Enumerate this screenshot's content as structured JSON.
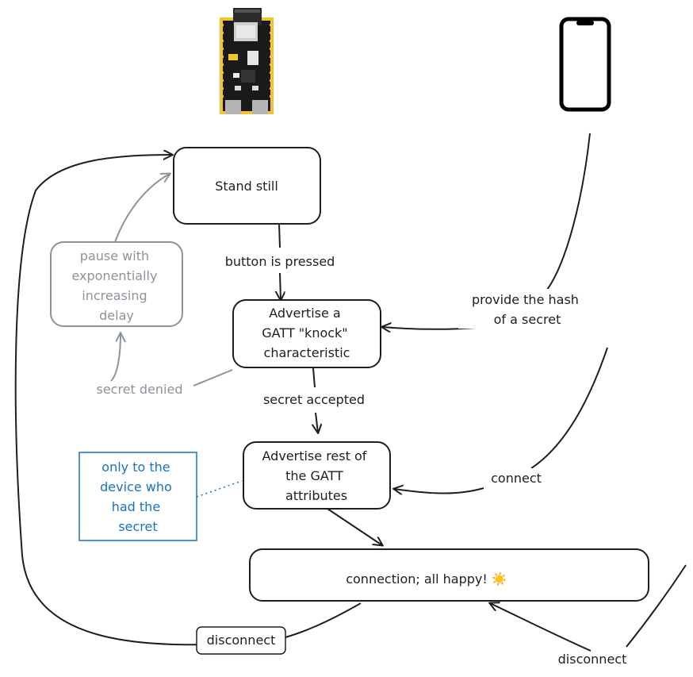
{
  "nodes": {
    "stand_still": "Stand still",
    "pause": [
      "pause with",
      "exponentially",
      "increasing",
      "delay"
    ],
    "knock": [
      "Advertise a",
      "GATT \"knock\"",
      "characteristic"
    ],
    "rest": [
      "Advertise rest of",
      "the GATT",
      "attributes"
    ],
    "note": [
      "only to the",
      "device who",
      "had the",
      "secret"
    ],
    "connection": "connection; all happy! ☀️"
  },
  "edges": {
    "button_pressed": "button is pressed",
    "provide_hash": [
      "provide the hash",
      "of a secret"
    ],
    "secret_denied": "secret denied",
    "secret_accepted": "secret accepted",
    "connect": "connect",
    "disconnect_left": "disconnect",
    "disconnect_right": "disconnect"
  },
  "colors": {
    "ink": "#1e1e1e",
    "muted": "#8b939c",
    "note": "#1971c2",
    "board": "#f4c430"
  },
  "icons": {
    "board": "microcontroller-board-icon",
    "phone": "smartphone-icon"
  }
}
